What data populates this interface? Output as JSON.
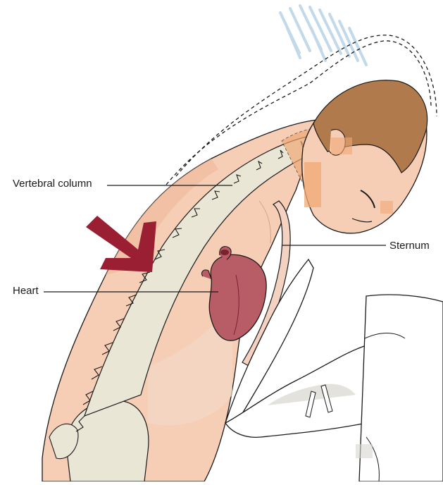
{
  "labels": {
    "vertebral_column": "Vertebral column",
    "sternum": "Sternum",
    "heart": "Heart"
  },
  "colors": {
    "skin": "#f6cdb5",
    "skin_shadow": "#eeb79b",
    "bone": "#e9e6d6",
    "hair": "#b07a4c",
    "heart": "#b85c66",
    "arrow": "#9a1f33",
    "water": "#b8d3e6",
    "line": "#1a1a1a"
  },
  "icons": {
    "arrow": "pressure-arrow-icon"
  }
}
